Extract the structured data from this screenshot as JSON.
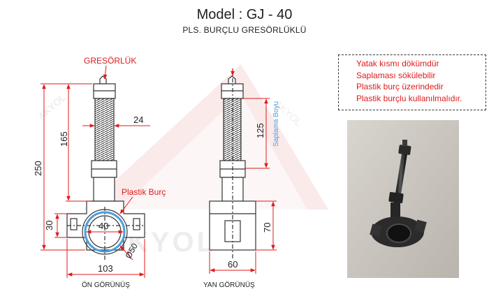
{
  "header": {
    "title": "Model : GJ - 40",
    "subtitle": "PLS. BURÇLU GRESÖRLÜKLÜ"
  },
  "front_view": {
    "caption": "ÖN GÖRÜNÜŞ",
    "label_gresorluk": "GRESÖRLÜK",
    "label_plastik_burc": "Plastik Burç",
    "dim_24": "24",
    "dim_165": "165",
    "dim_250": "250",
    "dim_30": "30",
    "dim_40": "40",
    "dim_103": "103",
    "dim_diameter": "Ø50"
  },
  "side_view": {
    "caption": "YAN GÖRÜNÜŞ",
    "dim_125": "125",
    "saplama_label": "Saplama Boyu",
    "dim_70": "70",
    "dim_60": "60"
  },
  "notes": [
    "Yatak kısmı dökümdür",
    "Saplaması sökülebilir",
    "Plastik burç üzerindedir",
    "Plastik burçlu kullanılmalıdır."
  ],
  "watermark": "AKYOL",
  "colors": {
    "dimension": "#e01a1a",
    "line": "#333333",
    "bushing": "#4a9ee0"
  }
}
